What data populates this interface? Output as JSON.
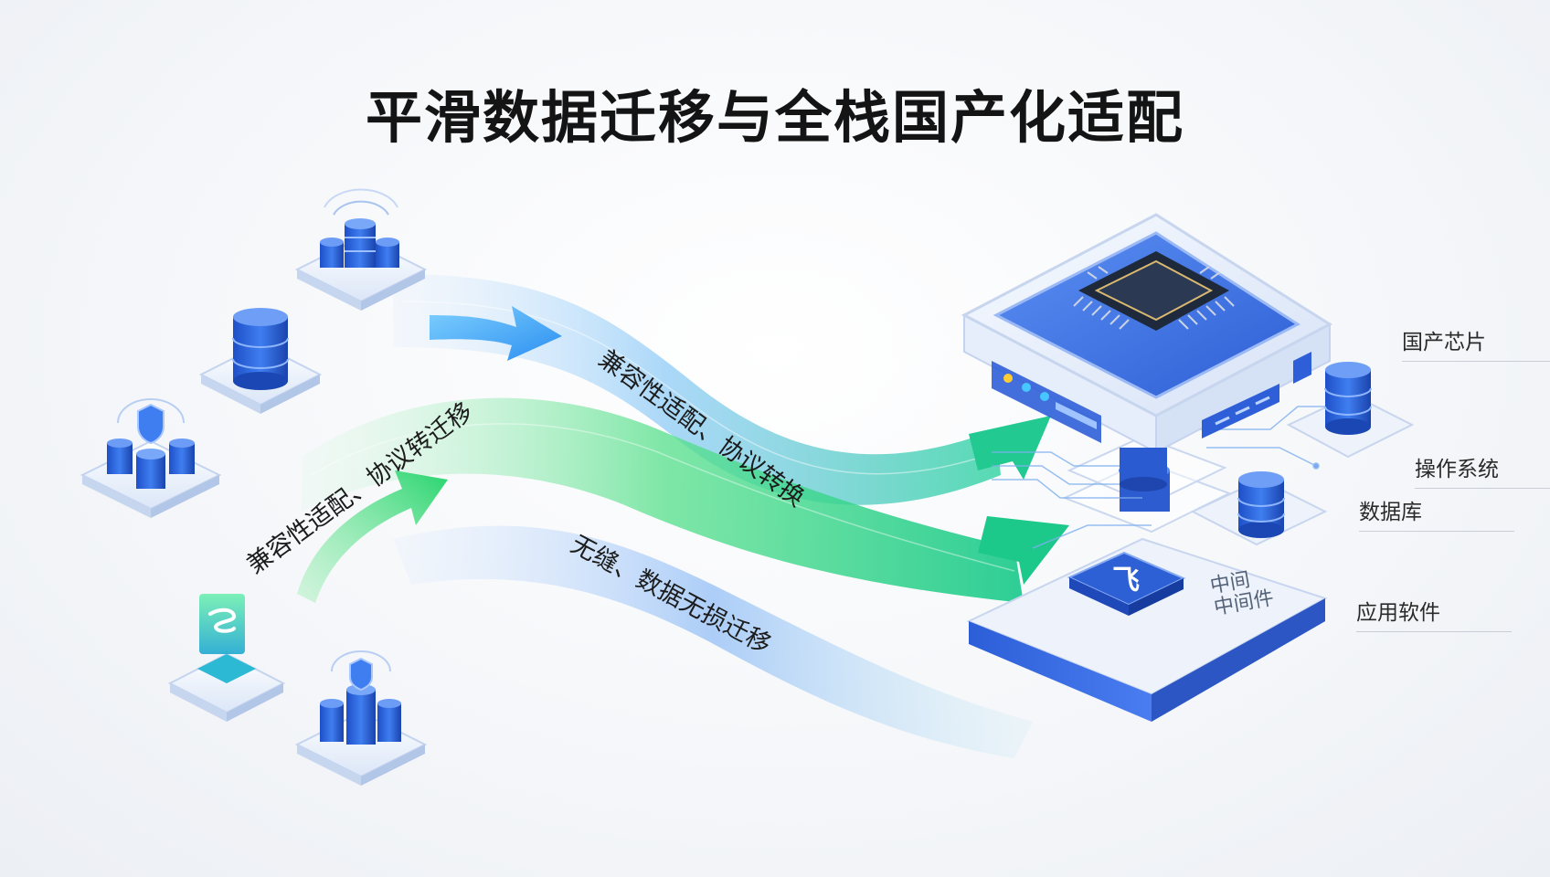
{
  "title": "平滑数据迁移与全栈国产化适配",
  "flows": {
    "upper_right": "兼容性适配、协议转换",
    "upper_left": "兼容性适配、协议转迁移",
    "lower": "无缝、数据无损迁移"
  },
  "layers": {
    "chip": "国产芯片",
    "os": "操作系统",
    "database": "数据库",
    "app": "应用软件"
  },
  "middleware": {
    "line1": "中间",
    "line2": "中间件"
  },
  "app_icon_glyph": "飞",
  "colors": {
    "blue_accent": "#2f5fd8",
    "green_accent": "#1fd47a",
    "chip_dark": "#1e2a3c"
  }
}
